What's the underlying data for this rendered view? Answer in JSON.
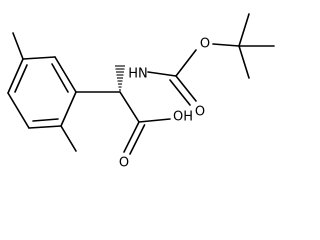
{
  "molecule": {
    "atom_labels": {
      "amine": "HN",
      "carbamate_ether_oxygen": "O",
      "carbamate_carbonyl_oxygen": "O",
      "acid_hydroxyl": "OH",
      "acid_carbonyl_oxygen": "O"
    }
  }
}
